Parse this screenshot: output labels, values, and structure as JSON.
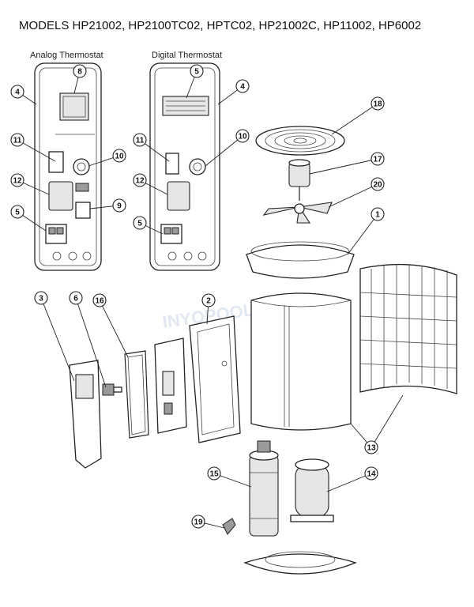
{
  "title": "MODELS HP21002, HP2100TC02, HPTC02, HP21002C, HP11002, HP6002",
  "panel_labels": {
    "analog": "Analog Thermostat",
    "digital": "Digital Thermostat"
  },
  "watermark": "INYOPOOLS.COM",
  "callouts": [
    {
      "id": "c4a",
      "num": "4"
    },
    {
      "id": "c8",
      "num": "8"
    },
    {
      "id": "c11a",
      "num": "11"
    },
    {
      "id": "c10a",
      "num": "10"
    },
    {
      "id": "c12a",
      "num": "12"
    },
    {
      "id": "c9",
      "num": "9"
    },
    {
      "id": "c5a",
      "num": "5"
    },
    {
      "id": "c5b",
      "num": "5"
    },
    {
      "id": "c4b",
      "num": "4"
    },
    {
      "id": "c11b",
      "num": "11"
    },
    {
      "id": "c10b",
      "num": "10"
    },
    {
      "id": "c12b",
      "num": "12"
    },
    {
      "id": "c5c",
      "num": "5"
    },
    {
      "id": "c18",
      "num": "18"
    },
    {
      "id": "c17",
      "num": "17"
    },
    {
      "id": "c20",
      "num": "20"
    },
    {
      "id": "c1",
      "num": "1"
    },
    {
      "id": "c3",
      "num": "3"
    },
    {
      "id": "c6",
      "num": "6"
    },
    {
      "id": "c16",
      "num": "16"
    },
    {
      "id": "c2",
      "num": "2"
    },
    {
      "id": "c13",
      "num": "13"
    },
    {
      "id": "c15",
      "num": "15"
    },
    {
      "id": "c14",
      "num": "14"
    },
    {
      "id": "c19",
      "num": "19"
    }
  ]
}
